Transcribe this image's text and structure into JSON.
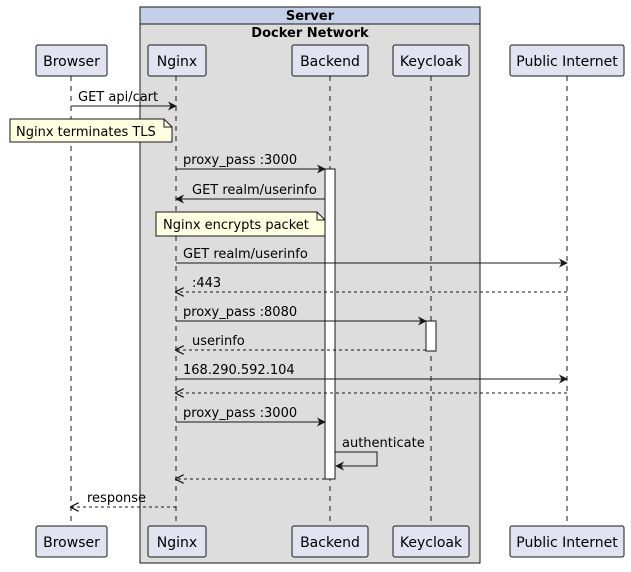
{
  "groups": {
    "server": "Server",
    "docker_network": "Docker Network"
  },
  "participants": {
    "browser": "Browser",
    "nginx": "Nginx",
    "backend": "Backend",
    "keycloak": "Keycloak",
    "internet": "Public Internet"
  },
  "notes": {
    "tls": "Nginx terminates TLS",
    "encrypt": "Nginx encrypts packet"
  },
  "messages": [
    {
      "from": "browser",
      "to": "nginx",
      "label": "GET api/cart",
      "style": "solid"
    },
    {
      "from": "nginx",
      "to": "backend",
      "label": "proxy_pass :3000",
      "style": "solid"
    },
    {
      "from": "backend",
      "to": "nginx",
      "label": "GET realm/userinfo",
      "style": "solid"
    },
    {
      "from": "nginx",
      "to": "internet",
      "label": "GET realm/userinfo",
      "style": "solid"
    },
    {
      "from": "internet",
      "to": "nginx",
      "label": ":443",
      "style": "dashed"
    },
    {
      "from": "nginx",
      "to": "keycloak",
      "label": "proxy_pass :8080",
      "style": "solid"
    },
    {
      "from": "keycloak",
      "to": "nginx",
      "label": "userinfo",
      "style": "dashed"
    },
    {
      "from": "nginx",
      "to": "internet",
      "label": "168.290.592.104",
      "style": "solid"
    },
    {
      "from": "internet",
      "to": "nginx",
      "label": "",
      "style": "dashed"
    },
    {
      "from": "nginx",
      "to": "backend",
      "label": "proxy_pass :3000",
      "style": "solid"
    },
    {
      "from": "backend",
      "to": "backend",
      "label": "authenticate",
      "style": "self"
    },
    {
      "from": "backend",
      "to": "nginx",
      "label": "",
      "style": "dashed"
    },
    {
      "from": "nginx",
      "to": "browser",
      "label": "response",
      "style": "dashed"
    }
  ],
  "colors": {
    "group_header": "#c4d0e8",
    "group_fill": "#dddddd",
    "participant_fill": "#e2e2f0",
    "note_fill": "#fefee0",
    "line": "#181818"
  }
}
